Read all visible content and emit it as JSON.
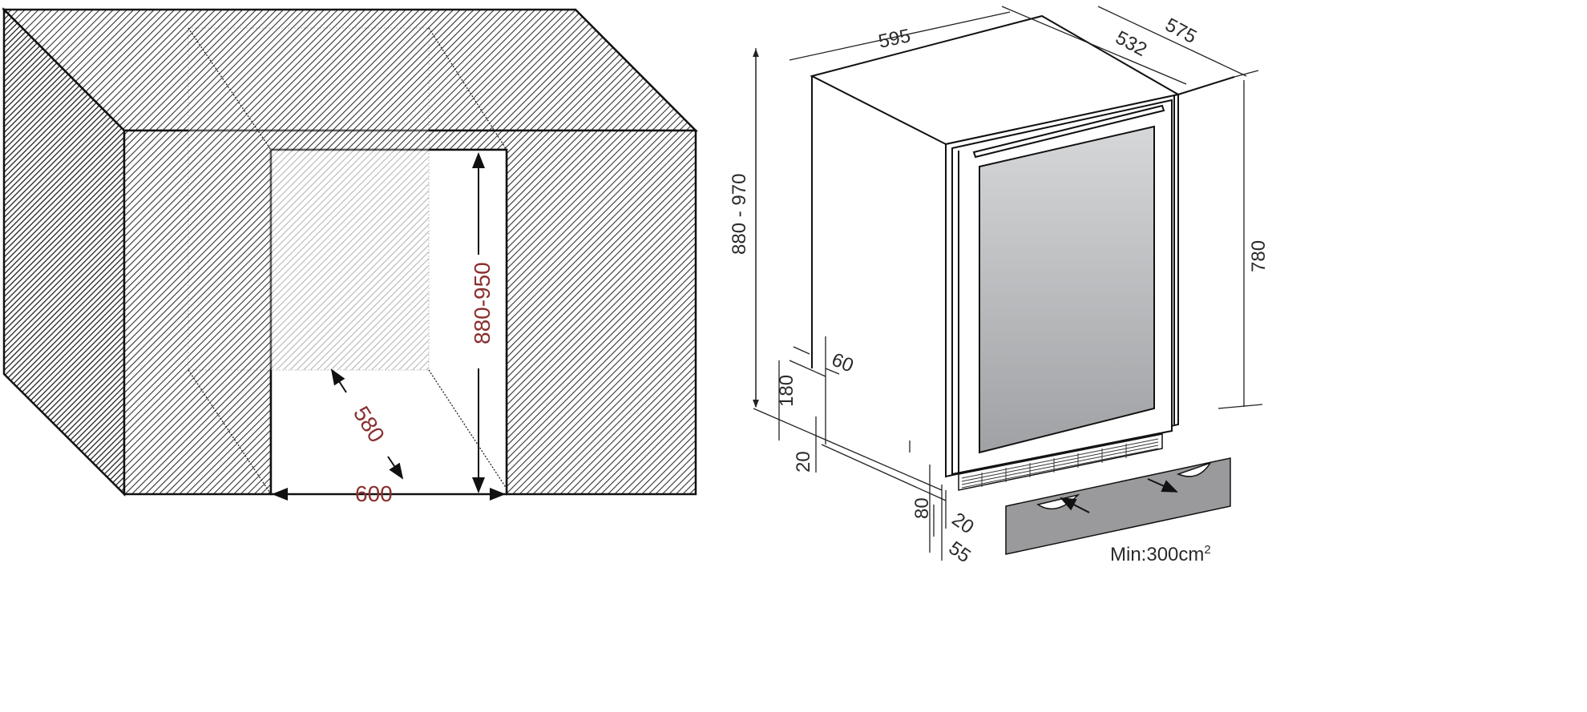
{
  "left_diagram": {
    "height_label": "880-950",
    "depth_label": "580",
    "width_label": "600",
    "label_color": "#8a2f2f"
  },
  "right_diagram": {
    "width_label": "595",
    "inner_depth_label": "532",
    "outer_depth_label": "575",
    "cabinet_height_label": "880 - 970",
    "appliance_height_label": "780",
    "vent_depth_label": "60",
    "vent_height_label": "180",
    "plinth_gap_label": "20",
    "plinth_height_label": "80",
    "door_gap_label": "20",
    "plinth_setback_label": "55",
    "ventilation_label": "Min:300cm",
    "ventilation_superscript": "2",
    "glass_color": "#a9abae",
    "kickplate_color": "#9a9a9c"
  }
}
